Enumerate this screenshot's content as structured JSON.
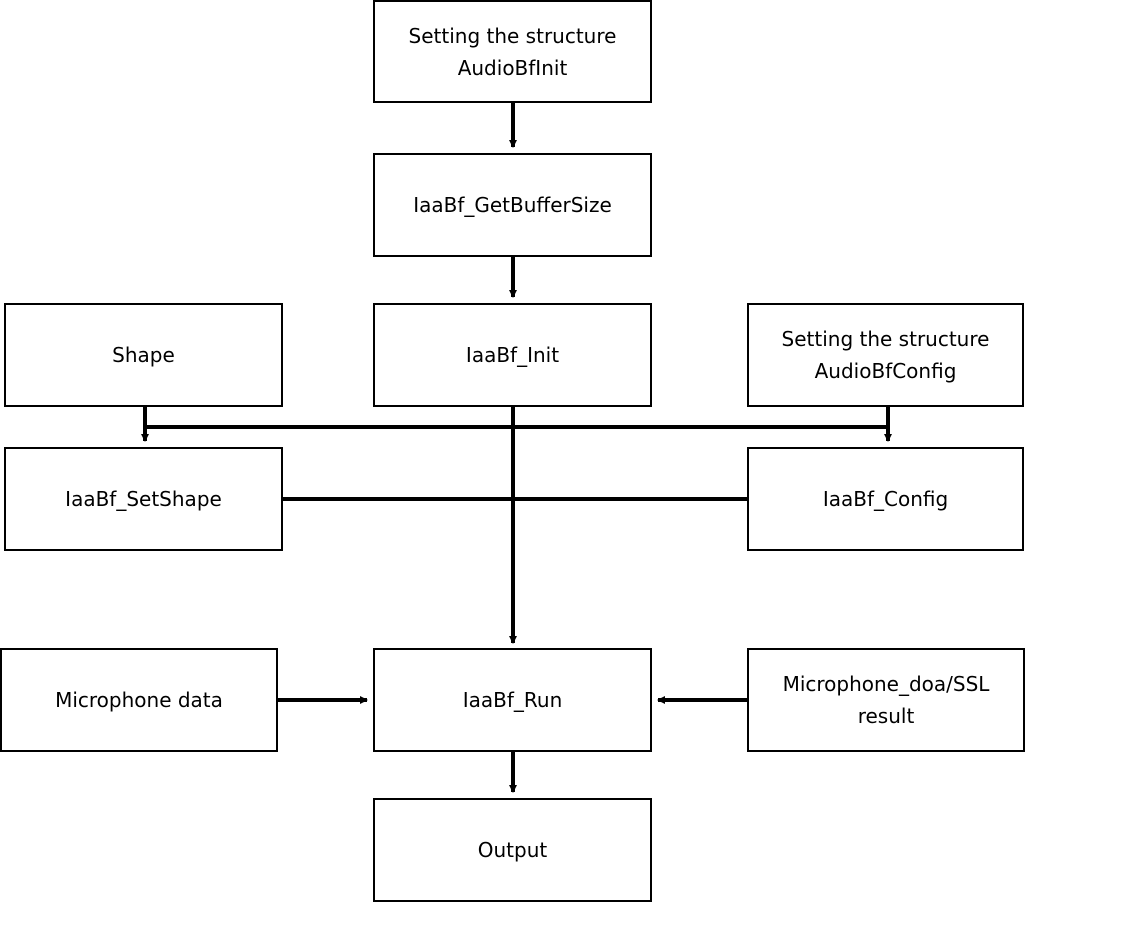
{
  "nodes": {
    "init_struct": {
      "lines": [
        "Setting the structure",
        "AudioBfInit"
      ]
    },
    "get_buffer_size": {
      "lines": [
        "IaaBf_GetBufferSize"
      ]
    },
    "shape": {
      "lines": [
        "Shape"
      ]
    },
    "init": {
      "lines": [
        "IaaBf_Init"
      ]
    },
    "config_struct": {
      "lines": [
        "Setting the structure",
        "AudioBfConfig"
      ]
    },
    "set_shape": {
      "lines": [
        "IaaBf_SetShape"
      ]
    },
    "config": {
      "lines": [
        "IaaBf_Config"
      ]
    },
    "mic_data": {
      "lines": [
        "Microphone data"
      ]
    },
    "run": {
      "lines": [
        "IaaBf_Run"
      ]
    },
    "doa_result": {
      "lines": [
        "Microphone_doa/SSL",
        "result"
      ]
    },
    "output": {
      "lines": [
        "Output"
      ]
    }
  },
  "edges": [
    {
      "from": "init_struct",
      "to": "get_buffer_size"
    },
    {
      "from": "get_buffer_size",
      "to": "init"
    },
    {
      "from": "shape",
      "to": "set_shape"
    },
    {
      "from": "config_struct",
      "to": "config"
    },
    {
      "from": "init",
      "to": "run"
    },
    {
      "from": "set_shape",
      "to": "config"
    },
    {
      "from": "mic_data",
      "to": "run"
    },
    {
      "from": "doa_result",
      "to": "run"
    },
    {
      "from": "run",
      "to": "output"
    }
  ],
  "colors": {
    "stroke": "#000000",
    "background": "#ffffff"
  }
}
